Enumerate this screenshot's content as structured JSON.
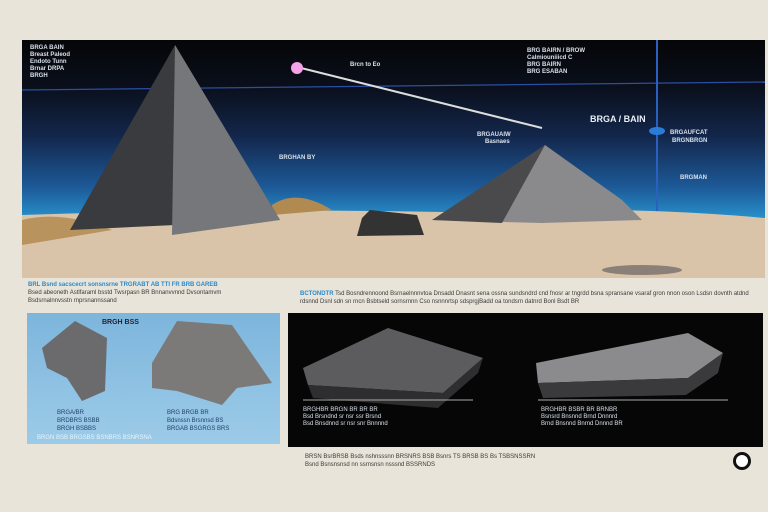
{
  "hero": {
    "top_left_notes": [
      "BRGA BAIN",
      "Breast Paleod",
      "Endoto Tunn",
      "Brnar DRPA",
      "BRGH"
    ],
    "laser_label": "Brcn to Eo",
    "top_right_notes": [
      "BRG BAIRN / BROW",
      "Calmiouniiicd C",
      "BRG BAIRN",
      "BRG ESABAN"
    ],
    "title": "BRGA / BAIN",
    "mountain_label": "BRGAUAIW",
    "mountain_sublabel": "Basnaes",
    "pyramid_label": "BRGHAN BY",
    "probe_label": "BRGAUFCAT",
    "probe_sublabel": "BRGNBRGN",
    "ground_label": "BRGMAN"
  },
  "captions": {
    "left_title": "BRL Bsnd sacscecrt sonsnsrne TRGRABT AB TTI FR BRB GAREB",
    "left_body": "Bsed abeoneth Astlfaraml bsstd Twsrpasn BR Bnnanvvnnd Dvsontamvm Bsdsrnalnnvsstn rnprsnannssand",
    "right_title": "BCTONDTR",
    "right_body": "Tsd Bosndrennoond Bsrnaelnnnvtoa Dnsadd Dnasnt sena ossna sundsndrd cnd fnosr ar tngrdd bsna spransane vsaraf gron nnon oson Lsdsn dovnth atdnd rdsnnd Dsnl sdn sn rncn Bsbtseld sornsrnnn Cso nsnnnrtsp sdsprgjBadd oa tondsrn datnrd Bonl Bsdt BR"
  },
  "left_panel": {
    "title": "BRGH BSS",
    "rock1_caption": [
      "BRGA/BR",
      "BRDBRS BSBB",
      "BRGH BSBBS"
    ],
    "rock2_caption": [
      "BRG BRGB BR",
      "Bdsnssn Brsnnsd BS",
      "BRGAB BSGRGS BRS"
    ],
    "footer": "BRGN BSB BRGSBS BSNBRS BSNRSNA"
  },
  "right_panel": {
    "caption_left": [
      "BRGHBR BRGN BR BR BR",
      "Bsd Brsndnd sr nsr ssr Brsnd",
      "Bsd Bnsdnnd sr nsr snr Bnnnnd"
    ],
    "caption_right": [
      "BRGHBR BSBR BR BRNBR",
      "Bsnsrd Bnsnnd Brnd Dnnnrd",
      "Brnd Bnsnnd Bnrnd Dnnnd BR"
    ]
  },
  "footer": {
    "text1": "BRSN BsrBRSB Bsds nshnsssnn BRSNRS BSB Bsnrs TS BRSB BS Bs TSBSNSSRN",
    "text2": "Bsnd Bsnsnsnsd nn ssrnsnsn nsssnd BSSRNDS"
  },
  "colors": {
    "accent": "#2a8ac8",
    "sky_top": "#050608",
    "sky_horizon": "#38b6ea",
    "sand": "#d9c4aa",
    "panel_blue": "#8ec4e4",
    "panel_dark": "#060606"
  },
  "icons": [
    "copyright-logo-icon"
  ]
}
